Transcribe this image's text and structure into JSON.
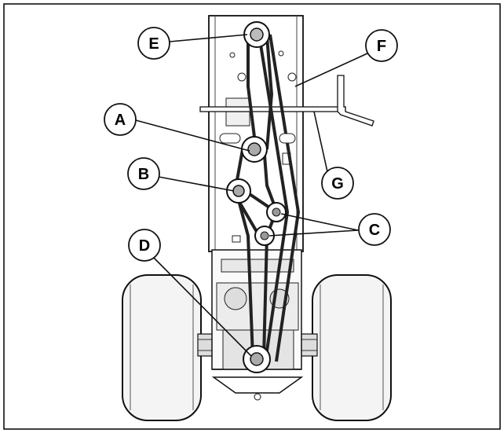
{
  "callouts": [
    {
      "id": "A",
      "label": "A"
    },
    {
      "id": "B",
      "label": "B"
    },
    {
      "id": "C",
      "label": "C"
    },
    {
      "id": "D",
      "label": "D"
    },
    {
      "id": "E",
      "label": "E"
    },
    {
      "id": "F",
      "label": "F"
    },
    {
      "id": "G",
      "label": "G"
    }
  ],
  "colors": {
    "frame_border": "#000000",
    "line": "#1a1a1a",
    "fill_light": "#ffffff",
    "tire": "#f2f2f2",
    "belt": "#222222"
  }
}
